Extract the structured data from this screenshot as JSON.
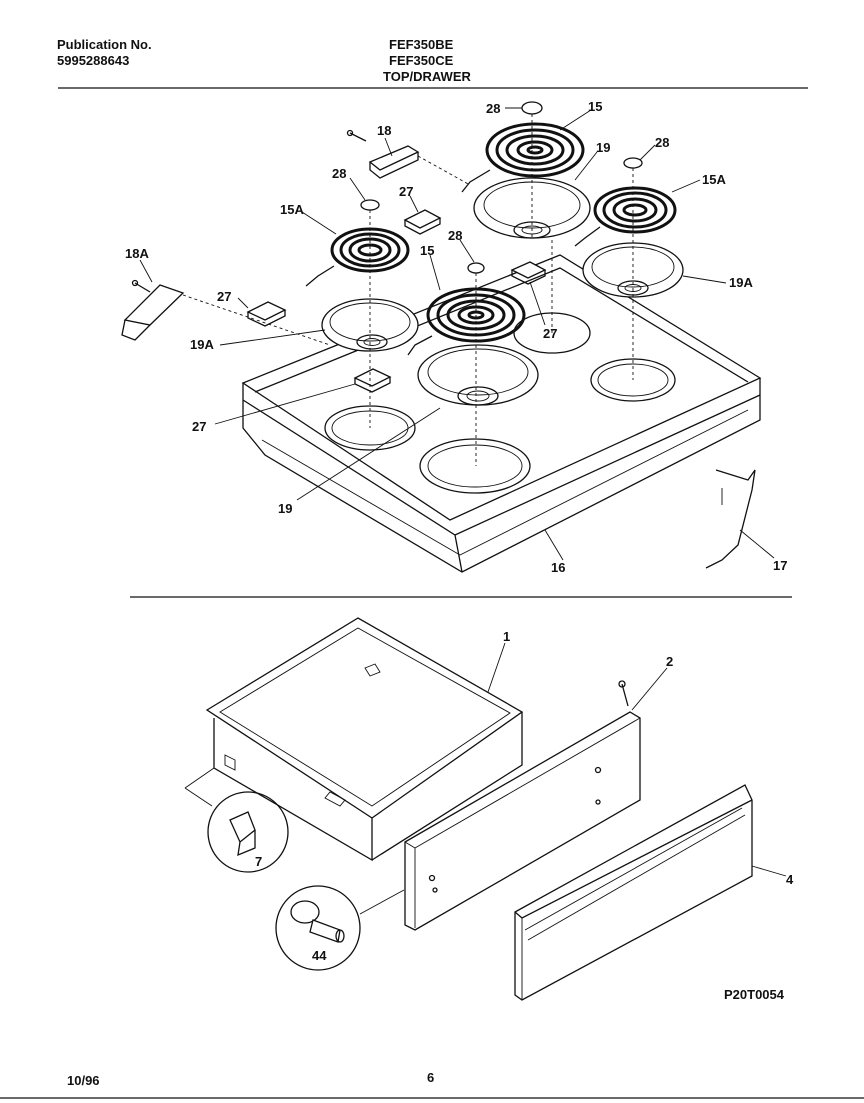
{
  "header": {
    "publication_label": "Publication No.",
    "publication_number": "5995288643",
    "model_1": "FEF350BE",
    "model_2": "FEF350CE",
    "section": "TOP/DRAWER"
  },
  "callouts": {
    "c28a": "28",
    "c15a": "15",
    "c18": "18",
    "c19a": "19",
    "c28b": "28",
    "c28c": "28",
    "c27a": "27",
    "c15A_right": "15A",
    "c15A_left": "15A",
    "c28d": "28",
    "c15b": "15",
    "c18A": "18A",
    "c27b": "27",
    "c27c": "27",
    "c19A_right": "19A",
    "c19A_left": "19A",
    "c27d": "27",
    "c19b": "19",
    "c16": "16",
    "c17": "17",
    "c1": "1",
    "c2": "2",
    "c4": "4",
    "c7": "7",
    "c44": "44"
  },
  "drawing_code": "P20T0054",
  "footer": {
    "date": "10/96",
    "page": "6"
  }
}
